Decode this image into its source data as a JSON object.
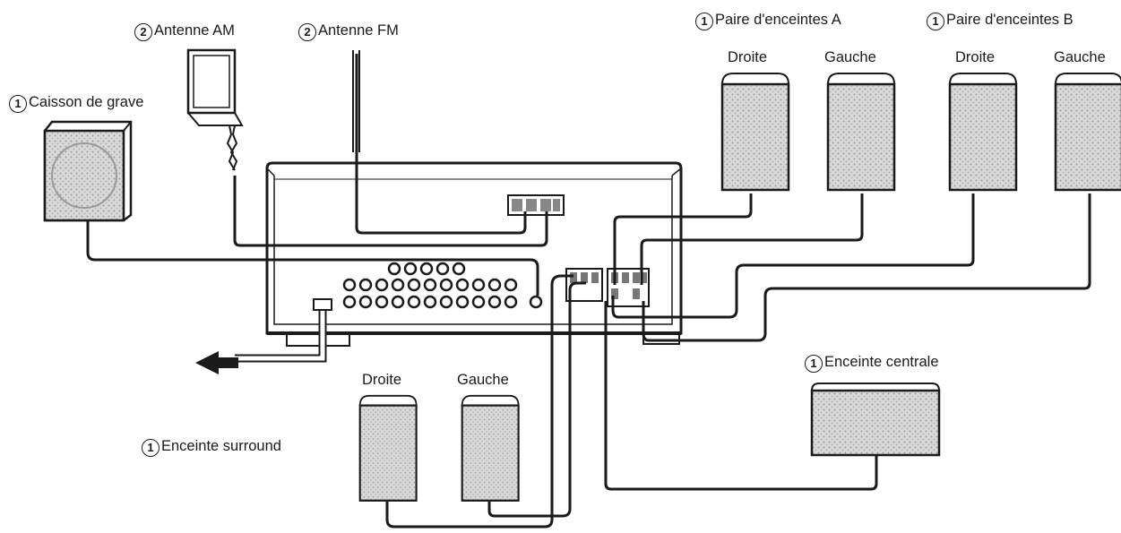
{
  "labels": {
    "subwoofer": {
      "num": "1",
      "text": "Caisson de grave"
    },
    "am_antenna": {
      "num": "2",
      "text": "Antenne AM"
    },
    "fm_antenna": {
      "num": "2",
      "text": "Antenne FM"
    },
    "pair_a": {
      "num": "1",
      "text": "Paire d'enceintes A"
    },
    "pair_b": {
      "num": "1",
      "text": "Paire d'enceintes B"
    },
    "center": {
      "num": "1",
      "text": "Enceinte centrale"
    },
    "surround": {
      "num": "1",
      "text": "Enceinte surround"
    }
  },
  "speaker_labels": {
    "a_right": "Droite",
    "a_left": "Gauche",
    "b_right": "Droite",
    "b_left": "Gauche",
    "s_right": "Droite",
    "s_left": "Gauche"
  },
  "colors": {
    "line": "#1a1a1a",
    "grille": "#b8b8b8",
    "paper": "#ffffff"
  }
}
